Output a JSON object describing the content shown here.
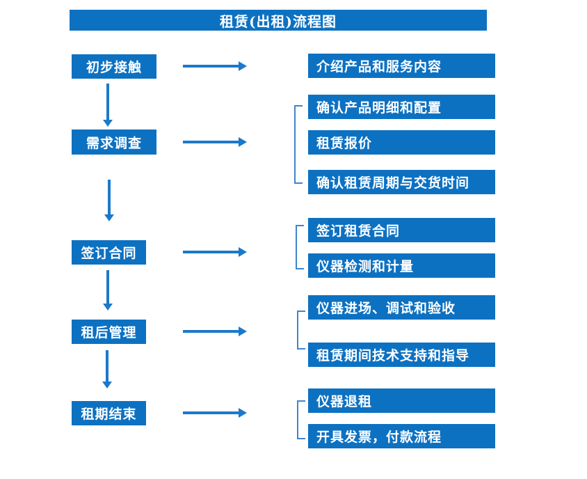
{
  "title": "租赁(出租)流程图",
  "colors": {
    "box_blue": "#0d71c2",
    "arrow_blue": "#1b79ca",
    "bracket_blue": "#3d85cc",
    "text": "#ffffff",
    "background": "#ffffff"
  },
  "flowchart": {
    "steps": [
      {
        "label": "初步接触",
        "details": [
          "介绍产品和服务内容"
        ]
      },
      {
        "label": "需求调查",
        "details": [
          "确认产品明细和配置",
          "租赁报价",
          "确认租赁周期与交货时间"
        ]
      },
      {
        "label": "签订合同",
        "details": [
          "签订租赁合同",
          "仪器检测和计量"
        ]
      },
      {
        "label": "租后管理",
        "details": [
          "仪器进场、调试和验收",
          "租赁期间技术支持和指导"
        ]
      },
      {
        "label": "租期结束",
        "details": [
          "仪器退租",
          "开具发票，付款流程"
        ]
      }
    ]
  }
}
